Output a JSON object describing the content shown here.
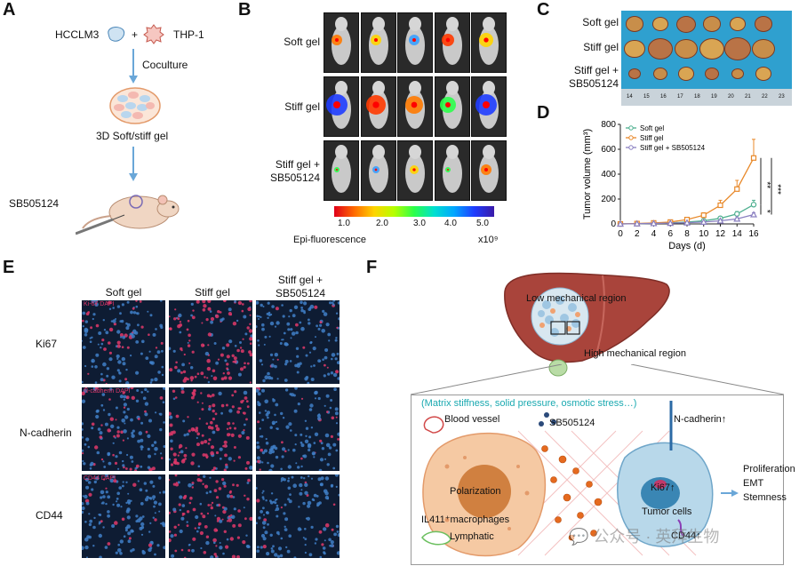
{
  "panels": {
    "A": {
      "label": "A",
      "cell1": "HCCLM3",
      "plus": "+",
      "cell2": "THP-1",
      "step1": "Coculture",
      "step2": "3D Soft/stiff gel",
      "drug": "SB505124"
    },
    "B": {
      "label": "B",
      "rows": [
        "Soft gel",
        "Stiff gel",
        "Stiff gel +\nSB505124"
      ],
      "colorbar_ticks": [
        "1.0",
        "2.0",
        "3.0",
        "4.0",
        "5.0"
      ],
      "colorbar_label": "Epi-fluorescence",
      "colorbar_unit": "x10⁹"
    },
    "C": {
      "label": "C",
      "rows": [
        "Soft gel",
        "Stiff gel",
        "Stiff gel +\nSB505124"
      ],
      "ruler": [
        "14",
        "15",
        "16",
        "17",
        "18",
        "19",
        "20",
        "21",
        "22",
        "23"
      ]
    },
    "D": {
      "label": "D",
      "sig": [
        "**",
        "***",
        "*"
      ]
    },
    "E": {
      "label": "E",
      "cols": [
        "Soft gel",
        "Stiff gel",
        "Stiff gel +\nSB505124"
      ],
      "rows": [
        "Ki67",
        "N-cadherin",
        "CD44"
      ],
      "stain_tags": [
        "Ki-67 DAPI",
        "N-cadherin DAPI",
        "CD44 DAPI"
      ]
    },
    "F": {
      "label": "F",
      "low": "Low mechanical region",
      "high": "High mechanical region",
      "stress": "(Matrix stiffness, solid pressure, osmotic stress…)",
      "blood": "Blood vessel",
      "drug": "SB505124",
      "ncad": "N-cadherin↑",
      "polar": "Polarization",
      "macro": "IL411⁺macrophages",
      "lymph": "Lymphatic",
      "ki67": "Ki67↑",
      "tumor": "Tumor cells",
      "cd44": "CD44↑",
      "outcome": [
        "Proliferation",
        "EMT",
        "Stemness"
      ]
    },
    "watermark": "💬 公众号 · 英拜生物"
  },
  "chart_data": {
    "type": "line",
    "xlabel": "Days (d)",
    "ylabel": "Tumor volume (mm³)",
    "x": [
      0,
      2,
      4,
      6,
      8,
      10,
      12,
      14,
      16
    ],
    "xlim": [
      0,
      16
    ],
    "ylim": [
      0,
      800
    ],
    "yticks": [
      0,
      200,
      400,
      600,
      800
    ],
    "legend_position": "top-left",
    "series": [
      {
        "name": "Soft gel",
        "color": "#4daf8f",
        "marker": "circle",
        "values": [
          0,
          2,
          5,
          8,
          15,
          25,
          45,
          80,
          155
        ],
        "err": [
          0,
          1,
          2,
          3,
          5,
          8,
          12,
          20,
          35
        ]
      },
      {
        "name": "Stiff gel",
        "color": "#e8892a",
        "marker": "square",
        "values": [
          0,
          3,
          8,
          15,
          35,
          70,
          150,
          280,
          530
        ],
        "err": [
          0,
          1,
          3,
          5,
          10,
          20,
          40,
          70,
          150
        ]
      },
      {
        "name": "Stiff gel + SB505124",
        "color": "#8a7fc0",
        "marker": "triangle",
        "values": [
          0,
          2,
          4,
          6,
          10,
          15,
          25,
          40,
          75
        ],
        "err": [
          0,
          1,
          2,
          2,
          3,
          5,
          6,
          10,
          15
        ]
      }
    ]
  }
}
